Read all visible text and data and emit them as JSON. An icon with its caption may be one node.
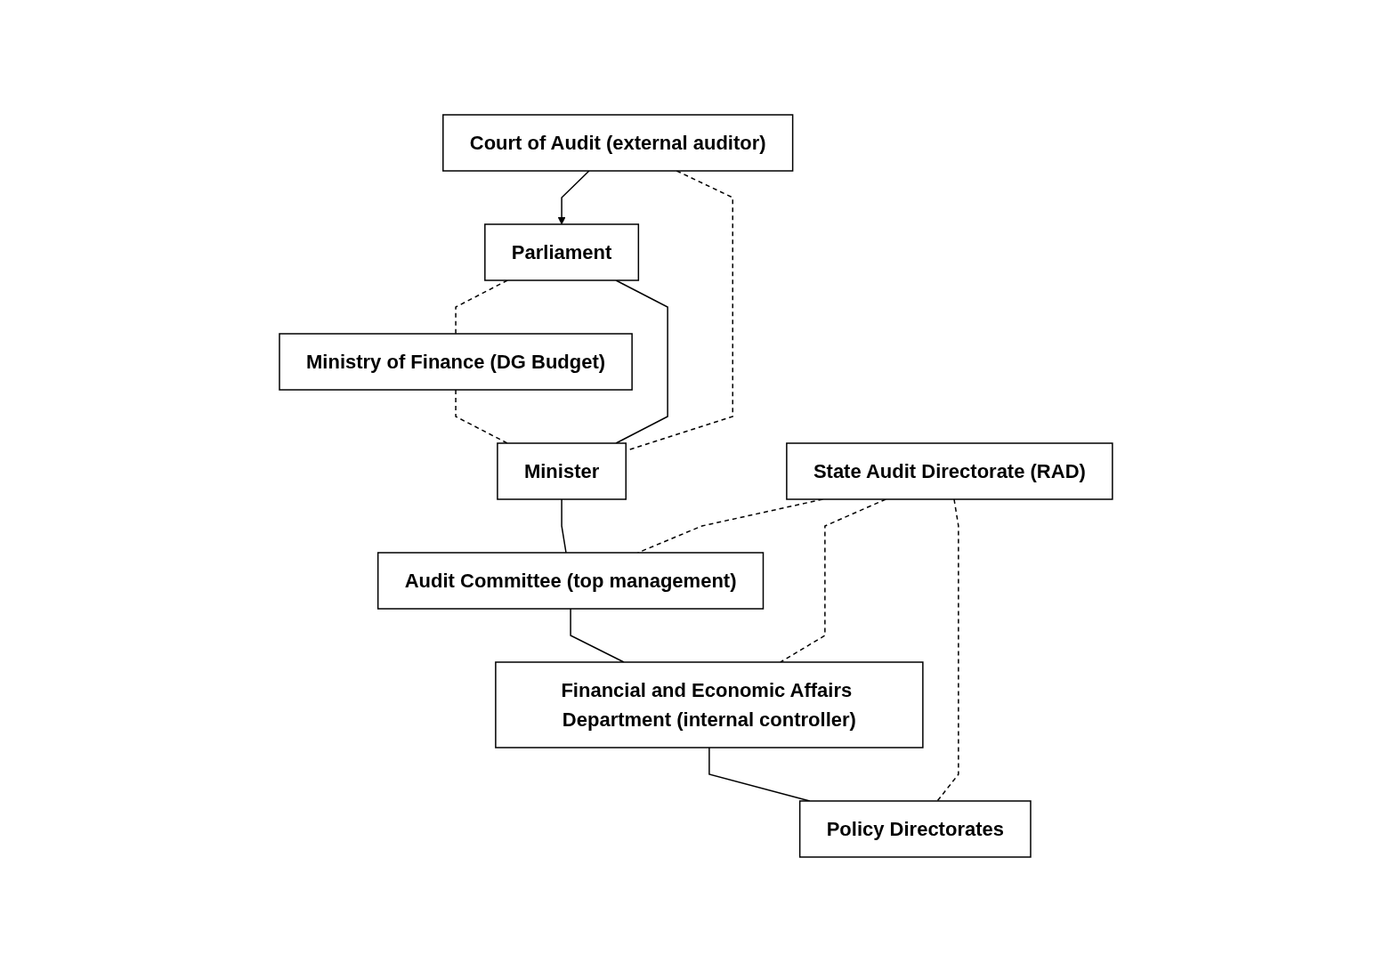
{
  "diagram": {
    "nodes": [
      {
        "text": [
          "Parliament"
        ]
      },
      {
        "text": [
          "Court of Audit (external auditor)"
        ]
      },
      {
        "text": [
          "Ministry of Finance (DG Budget)"
        ]
      },
      {
        "text": [
          "Minister"
        ]
      },
      {
        "text": [
          "Audit Committee (top management)"
        ]
      },
      {
        "text": [
          "State Audit Directorate (RAD)"
        ]
      },
      {
        "text": [
          "Financial and Economic Affairs Department (internal controller)"
        ]
      },
      {
        "text": [
          "Policy Directorates"
        ]
      }
    ],
    "edges": [
      {
        "from": 1,
        "to": 0,
        "arrow": "to"
      },
      {
        "from": 0,
        "to": 2,
        "arrow": "none",
        "style": "dashed"
      },
      {
        "from": 0,
        "to": 3,
        "arrow": "none"
      },
      {
        "from": 1,
        "to": 3,
        "arrow": "none",
        "style": "dashed"
      },
      {
        "from": 2,
        "to": 3,
        "arrow": "none",
        "style": "dashed"
      },
      {
        "from": 3,
        "to": 4,
        "arrow": "none"
      },
      {
        "from": 5,
        "to": 4,
        "arrow": "none",
        "style": "dashed"
      },
      {
        "from": 4,
        "to": 6,
        "arrow": "none"
      },
      {
        "from": 5,
        "to": 6,
        "arrow": "none",
        "style": "dashed"
      },
      {
        "from": 6,
        "to": 7,
        "arrow": "none"
      },
      {
        "from": 5,
        "to": 7,
        "arrow": "none",
        "style": "dashed"
      }
    ]
  }
}
